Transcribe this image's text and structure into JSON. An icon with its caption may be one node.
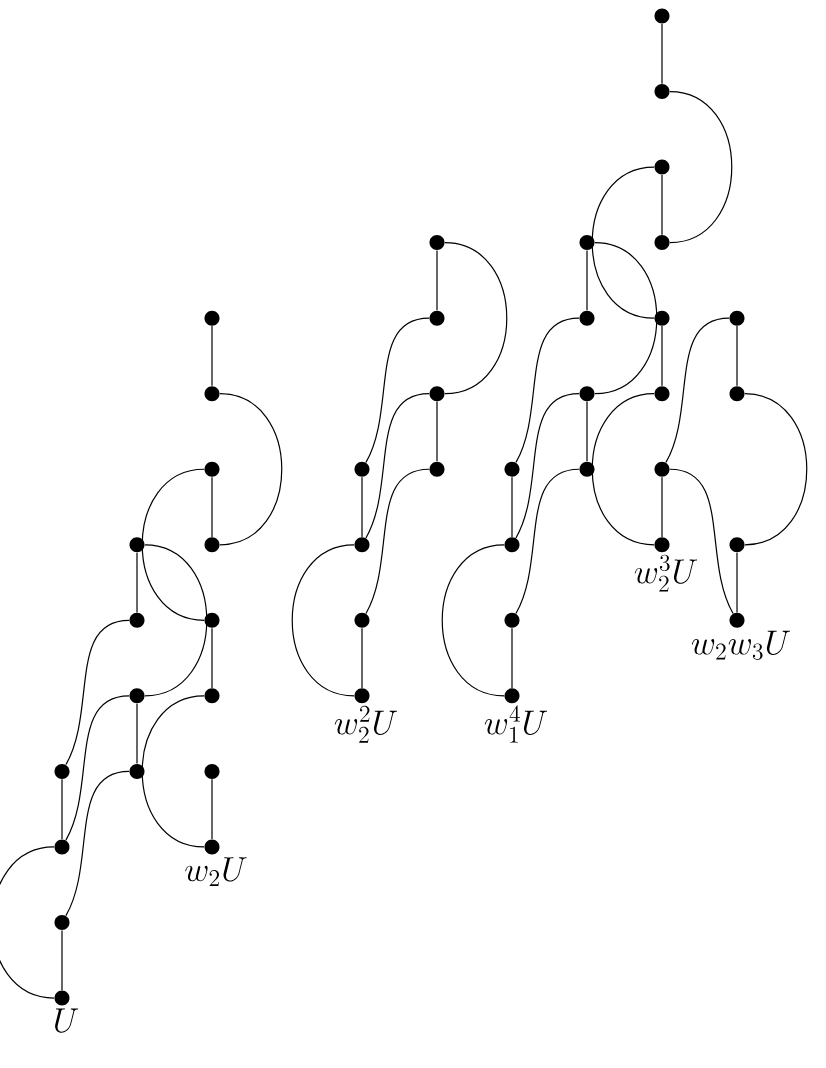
{
  "diagram": {
    "nodes": [
      {
        "text": [],
        "shape": "circle"
      },
      {
        "text": [],
        "shape": "circle"
      },
      {
        "text": [],
        "shape": "circle"
      },
      {
        "text": [],
        "shape": "circle"
      },
      {
        "text": [],
        "shape": "circle"
      },
      {
        "text": [],
        "shape": "circle"
      },
      {
        "text": [],
        "shape": "circle"
      },
      {
        "text": [],
        "shape": "circle",
        "beside": [
          "U"
        ]
      },
      {
        "text": [],
        "shape": "circle"
      },
      {
        "text": [],
        "shape": "circle"
      },
      {
        "text": [],
        "shape": "circle"
      },
      {
        "text": [],
        "shape": "circle"
      },
      {
        "text": [],
        "shape": "circle"
      },
      {
        "text": [],
        "shape": "circle"
      },
      {
        "text": [],
        "shape": "circle"
      },
      {
        "text": [],
        "shape": "circle",
        "beside": [
          "w_2U"
        ]
      },
      {
        "text": [],
        "shape": "circle"
      },
      {
        "text": [],
        "shape": "circle"
      },
      {
        "text": [],
        "shape": "circle"
      },
      {
        "text": [],
        "shape": "circle"
      },
      {
        "text": [],
        "shape": "circle"
      },
      {
        "text": [],
        "shape": "circle"
      },
      {
        "text": [],
        "shape": "circle"
      },
      {
        "text": [],
        "shape": "circle",
        "beside": [
          "w_2^2U"
        ]
      },
      {
        "text": [],
        "shape": "circle"
      },
      {
        "text": [],
        "shape": "circle"
      },
      {
        "text": [],
        "shape": "circle"
      },
      {
        "text": [],
        "shape": "circle"
      },
      {
        "text": [],
        "shape": "circle"
      },
      {
        "text": [],
        "shape": "circle"
      },
      {
        "text": [],
        "shape": "circle"
      },
      {
        "text": [],
        "shape": "circle",
        "beside": [
          "w_1^4U"
        ]
      },
      {
        "text": [],
        "shape": "circle"
      },
      {
        "text": [],
        "shape": "circle"
      },
      {
        "text": [],
        "shape": "circle"
      },
      {
        "text": [],
        "shape": "circle"
      },
      {
        "text": [],
        "shape": "circle"
      },
      {
        "text": [],
        "shape": "circle"
      },
      {
        "text": [],
        "shape": "circle"
      },
      {
        "text": [],
        "shape": "circle",
        "beside": [
          "w_2^3U"
        ]
      },
      {
        "text": [],
        "shape": "circle"
      },
      {
        "text": [],
        "shape": "circle"
      },
      {
        "text": [],
        "shape": "circle"
      },
      {
        "text": [],
        "shape": "circle",
        "beside": [
          "w_2w_3U"
        ]
      }
    ],
    "edges": [
      {
        "from": 0,
        "to": 1,
        "arrow": "none"
      },
      {
        "from": 2,
        "to": 3,
        "arrow": "none"
      },
      {
        "from": 4,
        "to": 5,
        "arrow": "none"
      },
      {
        "from": 6,
        "to": 7,
        "arrow": "none"
      },
      {
        "from": 0,
        "to": 2,
        "arrow": "none"
      },
      {
        "from": 1,
        "to": 4,
        "arrow": "none"
      },
      {
        "from": 2,
        "to": 5,
        "arrow": "none"
      },
      {
        "from": 3,
        "to": 6,
        "arrow": "none"
      },
      {
        "from": 5,
        "to": 7,
        "arrow": "none"
      },
      {
        "from": 8,
        "to": 9,
        "arrow": "none"
      },
      {
        "from": 10,
        "to": 11,
        "arrow": "none"
      },
      {
        "from": 12,
        "to": 13,
        "arrow": "none"
      },
      {
        "from": 14,
        "to": 15,
        "arrow": "none"
      },
      {
        "from": 9,
        "to": 11,
        "arrow": "none"
      },
      {
        "from": 10,
        "to": 12,
        "arrow": "none"
      },
      {
        "from": 13,
        "to": 15,
        "arrow": "none"
      },
      {
        "from": 16,
        "to": 17,
        "arrow": "none"
      },
      {
        "from": 18,
        "to": 19,
        "arrow": "none"
      },
      {
        "from": 20,
        "to": 21,
        "arrow": "none"
      },
      {
        "from": 22,
        "to": 23,
        "arrow": "none"
      },
      {
        "from": 16,
        "to": 18,
        "arrow": "none"
      },
      {
        "from": 17,
        "to": 20,
        "arrow": "none"
      },
      {
        "from": 18,
        "to": 21,
        "arrow": "none"
      },
      {
        "from": 19,
        "to": 22,
        "arrow": "none"
      },
      {
        "from": 21,
        "to": 23,
        "arrow": "none"
      },
      {
        "from": 24,
        "to": 25,
        "arrow": "none"
      },
      {
        "from": 26,
        "to": 27,
        "arrow": "none"
      },
      {
        "from": 28,
        "to": 29,
        "arrow": "none"
      },
      {
        "from": 30,
        "to": 31,
        "arrow": "none"
      },
      {
        "from": 24,
        "to": 26,
        "arrow": "none"
      },
      {
        "from": 25,
        "to": 28,
        "arrow": "none"
      },
      {
        "from": 26,
        "to": 29,
        "arrow": "none"
      },
      {
        "from": 27,
        "to": 30,
        "arrow": "none"
      },
      {
        "from": 29,
        "to": 31,
        "arrow": "none"
      },
      {
        "from": 32,
        "to": 33,
        "arrow": "none"
      },
      {
        "from": 34,
        "to": 35,
        "arrow": "none"
      },
      {
        "from": 36,
        "to": 37,
        "arrow": "none"
      },
      {
        "from": 38,
        "to": 39,
        "arrow": "none"
      },
      {
        "from": 33,
        "to": 35,
        "arrow": "none"
      },
      {
        "from": 34,
        "to": 36,
        "arrow": "none"
      },
      {
        "from": 37,
        "to": 39,
        "arrow": "none"
      },
      {
        "from": 40,
        "to": 38,
        "arrow": "none"
      },
      {
        "from": 38,
        "to": 43,
        "arrow": "none"
      },
      {
        "from": 40,
        "to": 41,
        "arrow": "none"
      },
      {
        "from": 41,
        "to": 42,
        "arrow": "none"
      },
      {
        "from": 42,
        "to": 43,
        "arrow": "none"
      }
    ]
  }
}
